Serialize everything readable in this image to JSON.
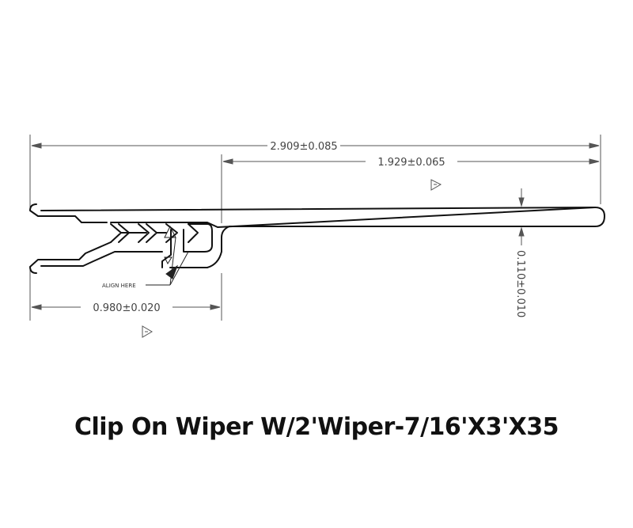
{
  "dimensions": {
    "overall_length": "2.909±0.085",
    "wiper_length": "1.929±0.065",
    "clip_length": "0.980±0.020",
    "thickness": "0.110±0.010"
  },
  "notes": {
    "align": "ALIGN HERE"
  },
  "caption": "Clip On Wiper W/2'Wiper-7/16'X3'X35"
}
